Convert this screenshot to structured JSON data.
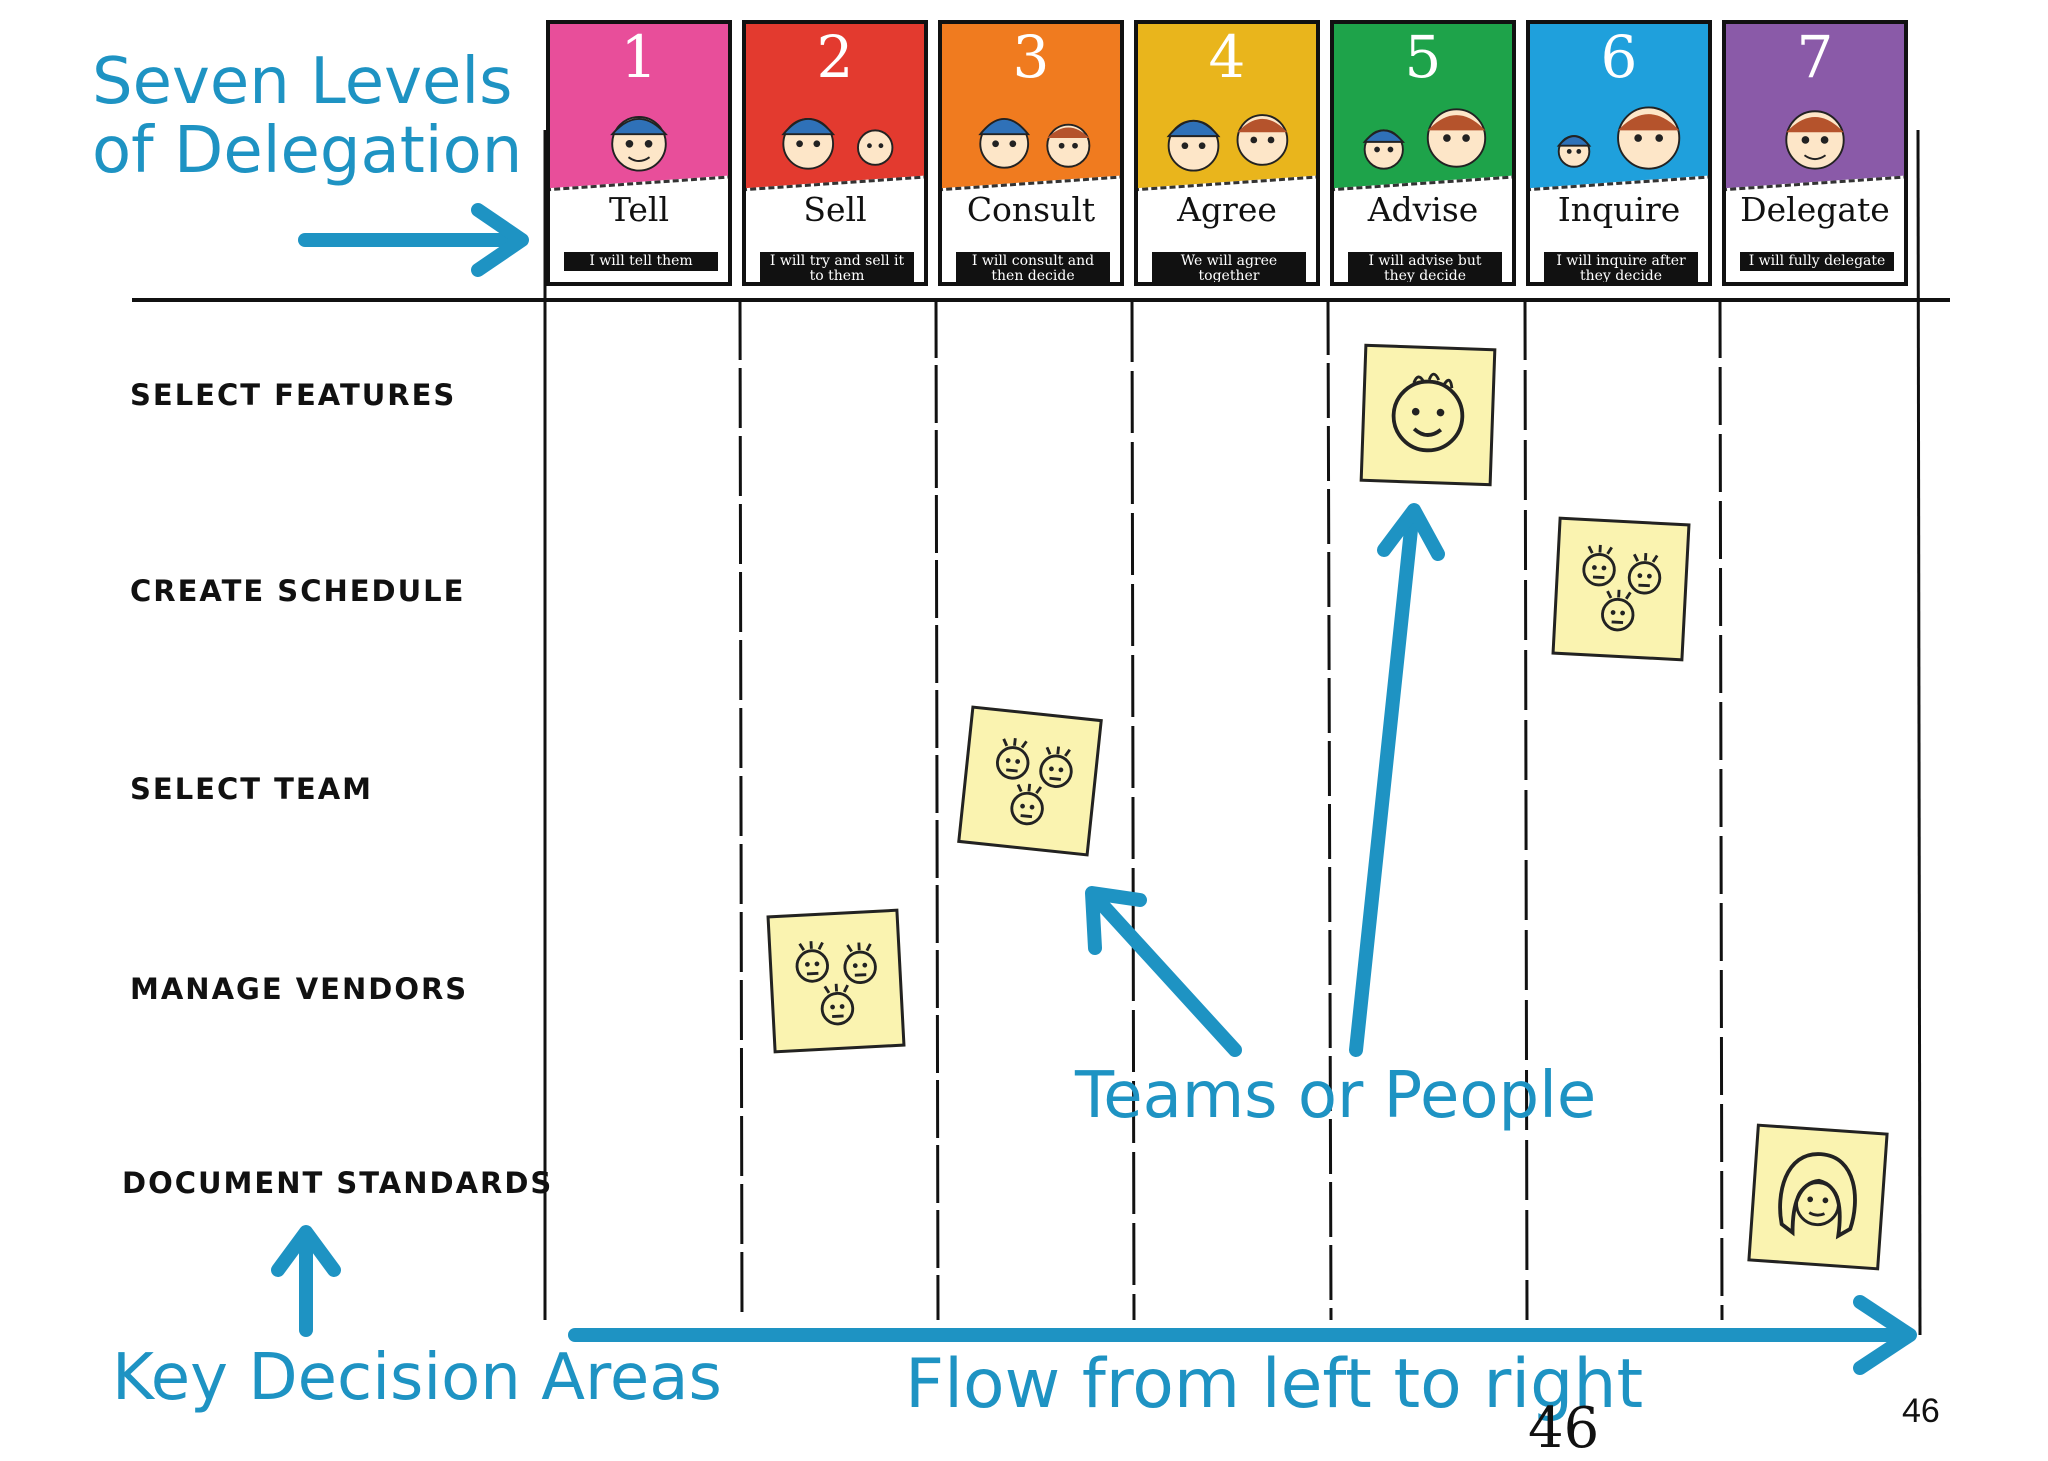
{
  "title_lines": [
    "Seven Levels",
    "of Delegation"
  ],
  "levels": [
    {
      "number": "1",
      "name": "Tell",
      "caption": "I will tell them",
      "color": "#e84e9a"
    },
    {
      "number": "2",
      "name": "Sell",
      "caption": "I will try and sell it to them",
      "color": "#e33a2f"
    },
    {
      "number": "3",
      "name": "Consult",
      "caption": "I will consult and then decide",
      "color": "#f07b1f"
    },
    {
      "number": "4",
      "name": "Agree",
      "caption": "We will agree together",
      "color": "#e9b51c"
    },
    {
      "number": "5",
      "name": "Advise",
      "caption": "I will advise but they decide",
      "color": "#1ea34a"
    },
    {
      "number": "6",
      "name": "Inquire",
      "caption": "I will inquire after they decide",
      "color": "#1fa0dc"
    },
    {
      "number": "7",
      "name": "Delegate",
      "caption": "I will fully delegate",
      "color": "#8a5aa8"
    }
  ],
  "decision_areas": [
    {
      "label": "SELECT FEATURES",
      "level": 5,
      "people": "single"
    },
    {
      "label": "CREATE SCHEDULE",
      "level": 6,
      "people": "team"
    },
    {
      "label": "SELECT TEAM",
      "level": 3,
      "people": "team"
    },
    {
      "label": "MANAGE VENDORS",
      "level": 2,
      "people": "team"
    },
    {
      "label": "DOCUMENT STANDARDS",
      "level": 7,
      "people": "single"
    }
  ],
  "annotations": {
    "key_decision_areas": "Key Decision Areas",
    "flow": "Flow from left to right",
    "teams_or_people": "Teams or People"
  },
  "page_number_large": "46",
  "page_number_small": "46",
  "colors": {
    "annotation_blue": "#1e93c3",
    "note_yellow": "#faf3b0"
  }
}
